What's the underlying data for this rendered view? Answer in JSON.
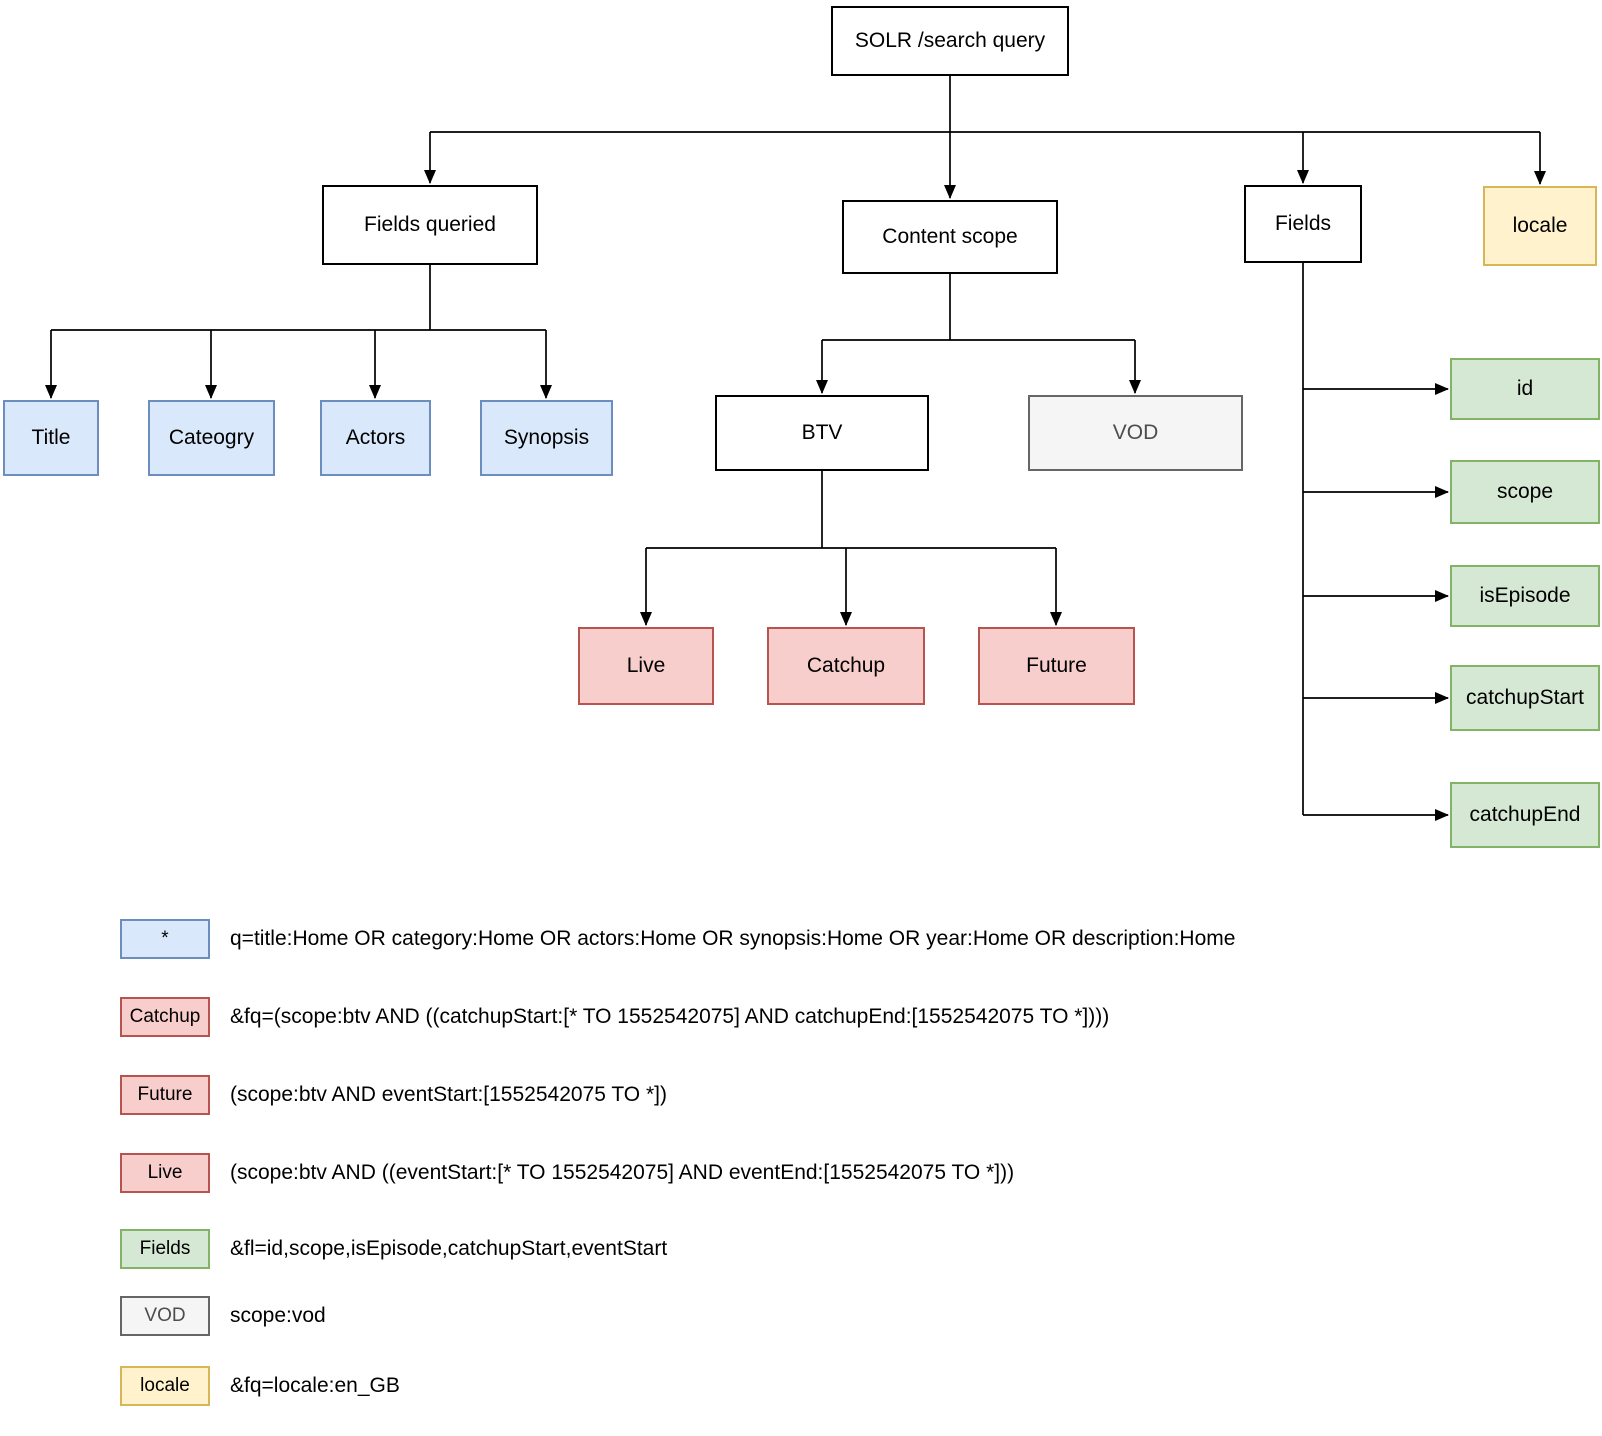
{
  "diagram": {
    "nodes": {
      "root": "SOLR /search query",
      "fields_queried": "Fields queried",
      "content_scope": "Content scope",
      "fields": "Fields",
      "locale": "locale",
      "queried": [
        "Title",
        "Cateogry",
        "Actors",
        "Synopsis"
      ],
      "scopes": [
        "BTV",
        "VOD"
      ],
      "btv_modes": [
        "Live",
        "Catchup",
        "Future"
      ],
      "field_list": [
        "id",
        "scope",
        "isEpisode",
        "catchupStart",
        "catchupEnd"
      ]
    }
  },
  "legend": {
    "rows": [
      {
        "chip": "*",
        "style": "blue",
        "text": "q=title:Home OR category:Home OR actors:Home OR synopsis:Home OR year:Home OR description:Home"
      },
      {
        "chip": "Catchup",
        "style": "red",
        "text": "&fq=(scope:btv AND ((catchupStart:[* TO 1552542075] AND catchupEnd:[1552542075 TO *])))"
      },
      {
        "chip": "Future",
        "style": "red",
        "text": "(scope:btv AND eventStart:[1552542075 TO *])"
      },
      {
        "chip": "Live",
        "style": "red",
        "text": "(scope:btv AND ((eventStart:[* TO 1552542075] AND eventEnd:[1552542075 TO *]))"
      },
      {
        "chip": "Fields",
        "style": "green",
        "text": "&fl=id,scope,isEpisode,catchupStart,eventStart"
      },
      {
        "chip": "VOD",
        "style": "gray",
        "text": "scope:vod"
      },
      {
        "chip": "locale",
        "style": "yellow",
        "text": "&fq=locale:en_GB"
      }
    ]
  },
  "palette": {
    "blue_fill": "#dae8fc",
    "blue_border": "#6c8ebf",
    "red_fill": "#f8cecc",
    "red_border": "#b85450",
    "green_fill": "#d5e8d4",
    "green_border": "#82b366",
    "yellow_fill": "#fff2cc",
    "yellow_border": "#d6b656",
    "gray_fill": "#f5f5f5",
    "gray_border": "#666666",
    "line_color": "#000000"
  }
}
